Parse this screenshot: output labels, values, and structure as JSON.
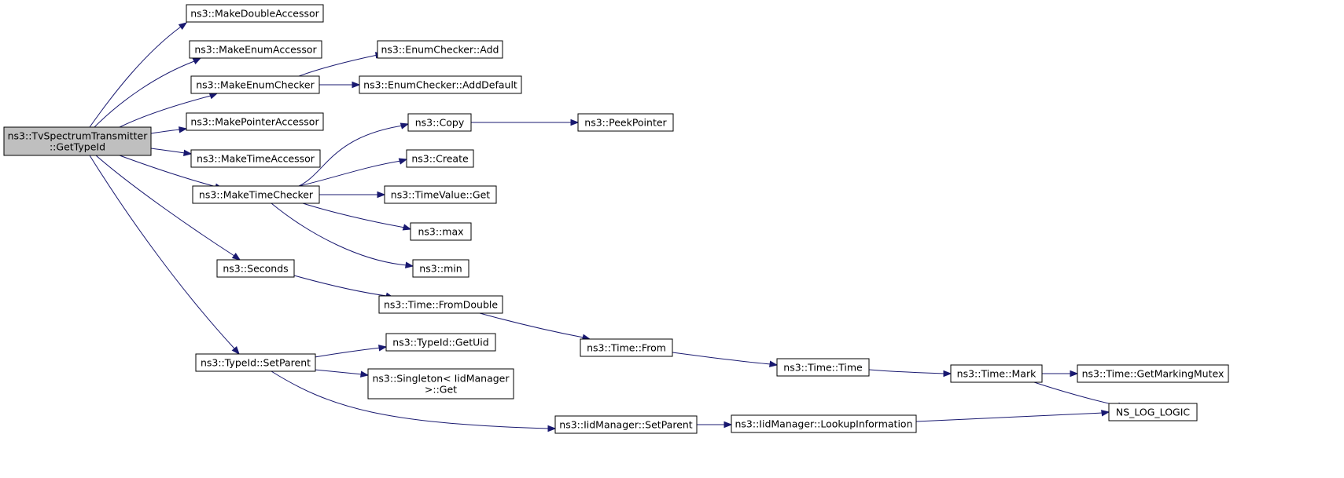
{
  "graph": {
    "root": "n0",
    "nodes": [
      {
        "id": "n0",
        "lines": [
          "ns3::TvSpectrumTransmitter",
          "::GetTypeId"
        ]
      },
      {
        "id": "n1",
        "lines": [
          "ns3::MakeDoubleAccessor"
        ]
      },
      {
        "id": "n2",
        "lines": [
          "ns3::MakeEnumAccessor"
        ]
      },
      {
        "id": "n3",
        "lines": [
          "ns3::MakeEnumChecker"
        ]
      },
      {
        "id": "n4",
        "lines": [
          "ns3::MakePointerAccessor"
        ]
      },
      {
        "id": "n5",
        "lines": [
          "ns3::MakeTimeAccessor"
        ]
      },
      {
        "id": "n6",
        "lines": [
          "ns3::MakeTimeChecker"
        ]
      },
      {
        "id": "n7",
        "lines": [
          "ns3::Seconds"
        ]
      },
      {
        "id": "n8",
        "lines": [
          "ns3::TypeId::SetParent"
        ]
      },
      {
        "id": "n9",
        "lines": [
          "ns3::EnumChecker::Add"
        ]
      },
      {
        "id": "n10",
        "lines": [
          "ns3::EnumChecker::AddDefault"
        ]
      },
      {
        "id": "n11",
        "lines": [
          "ns3::Copy"
        ]
      },
      {
        "id": "n12",
        "lines": [
          "ns3::Create"
        ]
      },
      {
        "id": "n13",
        "lines": [
          "ns3::TimeValue::Get"
        ]
      },
      {
        "id": "n14",
        "lines": [
          "ns3::max"
        ]
      },
      {
        "id": "n15",
        "lines": [
          "ns3::min"
        ]
      },
      {
        "id": "n16",
        "lines": [
          "ns3::PeekPointer"
        ]
      },
      {
        "id": "n17",
        "lines": [
          "ns3::Time::FromDouble"
        ]
      },
      {
        "id": "n18",
        "lines": [
          "ns3::Time::From"
        ]
      },
      {
        "id": "n19",
        "lines": [
          "ns3::Time::Time"
        ]
      },
      {
        "id": "n20",
        "lines": [
          "ns3::Time::Mark"
        ]
      },
      {
        "id": "n21",
        "lines": [
          "ns3::Time::GetMarkingMutex"
        ]
      },
      {
        "id": "n22",
        "lines": [
          "NS_LOG_LOGIC"
        ]
      },
      {
        "id": "n23",
        "lines": [
          "ns3::TypeId::GetUid"
        ]
      },
      {
        "id": "n24",
        "lines": [
          "ns3::Singleton< IidManager",
          ">::Get"
        ]
      },
      {
        "id": "n25",
        "lines": [
          "ns3::IidManager::SetParent"
        ]
      },
      {
        "id": "n26",
        "lines": [
          "ns3::IidManager::LookupInformation"
        ]
      }
    ],
    "edges": [
      {
        "from": "n0",
        "to": "n1"
      },
      {
        "from": "n0",
        "to": "n2"
      },
      {
        "from": "n0",
        "to": "n3"
      },
      {
        "from": "n0",
        "to": "n4"
      },
      {
        "from": "n0",
        "to": "n5"
      },
      {
        "from": "n0",
        "to": "n6"
      },
      {
        "from": "n0",
        "to": "n7"
      },
      {
        "from": "n0",
        "to": "n8"
      },
      {
        "from": "n3",
        "to": "n9"
      },
      {
        "from": "n3",
        "to": "n10"
      },
      {
        "from": "n6",
        "to": "n11"
      },
      {
        "from": "n6",
        "to": "n12"
      },
      {
        "from": "n6",
        "to": "n13"
      },
      {
        "from": "n6",
        "to": "n14"
      },
      {
        "from": "n6",
        "to": "n15"
      },
      {
        "from": "n11",
        "to": "n16"
      },
      {
        "from": "n7",
        "to": "n17"
      },
      {
        "from": "n17",
        "to": "n18"
      },
      {
        "from": "n18",
        "to": "n19"
      },
      {
        "from": "n19",
        "to": "n20"
      },
      {
        "from": "n20",
        "to": "n21"
      },
      {
        "from": "n20",
        "to": "n22"
      },
      {
        "from": "n8",
        "to": "n23"
      },
      {
        "from": "n8",
        "to": "n24"
      },
      {
        "from": "n8",
        "to": "n25"
      },
      {
        "from": "n25",
        "to": "n26"
      },
      {
        "from": "n26",
        "to": "n22"
      }
    ]
  }
}
